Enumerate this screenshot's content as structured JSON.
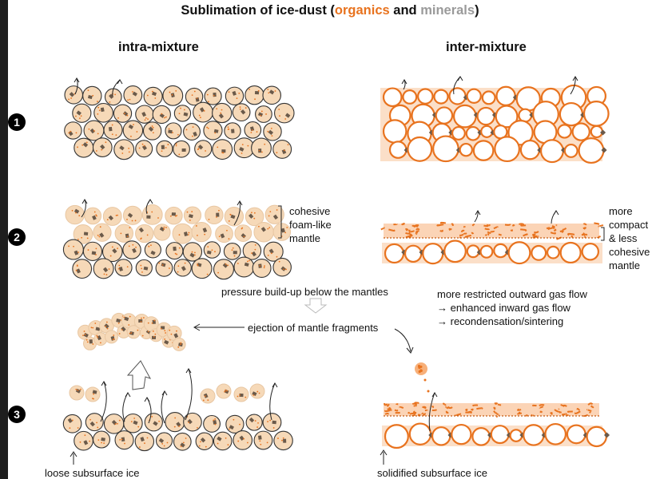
{
  "title": {
    "prefix": "Sublimation of ice-dust (",
    "organics": "organics",
    "and": " and ",
    "minerals": "minerals",
    "suffix": ")"
  },
  "columns": {
    "left": "intra-mixture",
    "right": "inter-mixture"
  },
  "steps": [
    "1",
    "2",
    "3"
  ],
  "labels": {
    "cohesive_mantle": [
      "cohesive",
      "foam-like",
      "mantle"
    ],
    "compact_mantle": [
      "more",
      "compact",
      "& less",
      "cohesive",
      "mantle"
    ],
    "pressure": "pressure build-up below the mantles",
    "gas_flow": [
      "more restricted outward gas flow",
      "→ enhanced inward gas flow",
      "→ recondensation/sintering"
    ],
    "ejection": "ejection of mantle fragments",
    "loose_ice": "loose subsurface ice",
    "solid_ice": "solidified subsurface ice"
  },
  "colors": {
    "organics": "#e8731f",
    "minerals": "#9a9a9a",
    "dust_fill": "#f6d9b8",
    "grain": "#6b5a4a"
  }
}
